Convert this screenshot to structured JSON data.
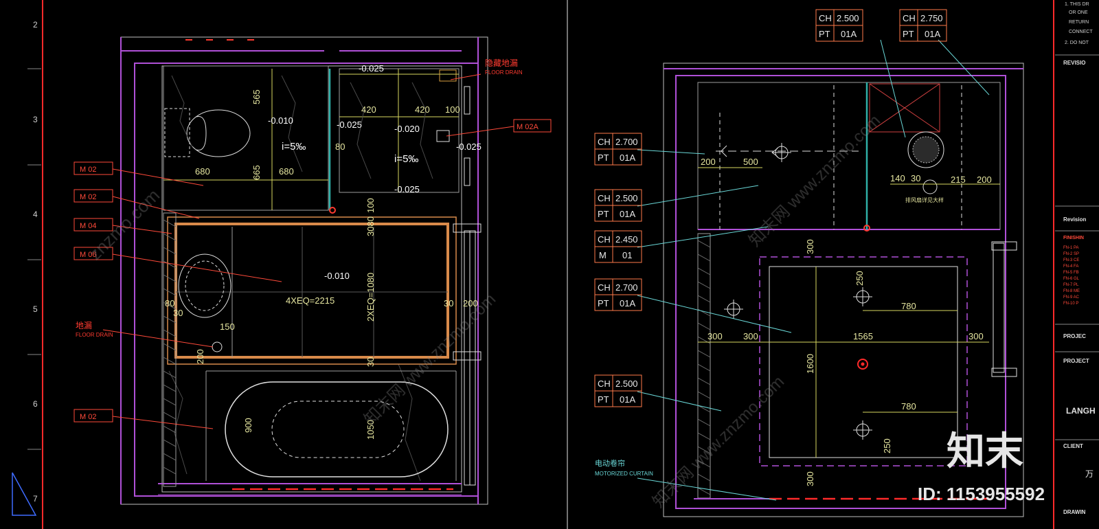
{
  "ruler": {
    "ticks": [
      "2",
      "3",
      "4",
      "5",
      "6",
      "7"
    ]
  },
  "left_plan": {
    "material_tags": [
      "M 02",
      "M 02",
      "M 04",
      "M 06",
      "M 02"
    ],
    "drain_cn": "隐藏地漏",
    "drain_en": "FLOOR DRAIN",
    "drain2_cn": "地漏",
    "drain2_en": "FLOOR DRAIN",
    "right_tag": "M 02A",
    "levels": [
      "-0.010",
      "-0.025",
      "-0.020",
      "-0.025",
      "-0.025",
      "-0.010",
      "-0.025"
    ],
    "slopes": [
      "i=5‰",
      "i=5‰"
    ],
    "dims": [
      "565",
      "665",
      "680",
      "680",
      "420",
      "420",
      "100",
      "80",
      "4XEQ=2215",
      "2XEQ=1080",
      "3080",
      "100",
      "200",
      "30",
      "80",
      "30",
      "150",
      "200",
      "900",
      "1050",
      "30"
    ]
  },
  "right_plan": {
    "ceiling_tags": [
      {
        "ch": "CH",
        "h": "2.500",
        "pt": "PT",
        "code": "01A"
      },
      {
        "ch": "CH",
        "h": "2.750",
        "pt": "PT",
        "code": "01A"
      },
      {
        "ch": "CH",
        "h": "2.700",
        "pt": "PT",
        "code": "01A"
      },
      {
        "ch": "CH",
        "h": "2.500",
        "pt": "PT",
        "code": "01A"
      },
      {
        "ch": "CH",
        "h": "2.450",
        "pt": "M",
        "code": "01"
      },
      {
        "ch": "CH",
        "h": "2.700",
        "pt": "PT",
        "code": "01A"
      },
      {
        "ch": "CH",
        "h": "2.500",
        "pt": "PT",
        "code": "01A"
      }
    ],
    "dims": [
      "200",
      "500",
      "140",
      "30",
      "215",
      "200",
      "300",
      "250",
      "780",
      "300",
      "300",
      "1565",
      "300",
      "1600",
      "780",
      "250",
      "300"
    ],
    "curtain_cn": "电动卷帘",
    "curtain_en": "MOTORIZED CURTAIN",
    "vent_note": "排风扇详见大样"
  },
  "title_block": {
    "notes": [
      "1. THIS DR",
      "OR ONE",
      "RETURN",
      "CONNECT",
      "2. DO NOT"
    ],
    "revision": "REVISIO",
    "revision2": "Revision",
    "finishing": "FINISHIN",
    "fn_items": [
      "FN-1 PA",
      "FN-2 SP",
      "FN-3 CE",
      "FN-4 FA",
      "FN-5 FB",
      "FN-6 GL",
      "FN-7 PL",
      "FN-8 ME",
      "FN-9 AC",
      "FN-10 P"
    ],
    "project": "PROJEC",
    "project2": "PROJECT",
    "lang": "LANGH",
    "client": "CLIENT",
    "drawing": "DRAWIN",
    "wan": "万"
  },
  "watermark": {
    "logo": "知末",
    "id": "ID: 1153955592",
    "site": "znzmo.com",
    "site_cn": "知末网 www.znzmo.com"
  }
}
